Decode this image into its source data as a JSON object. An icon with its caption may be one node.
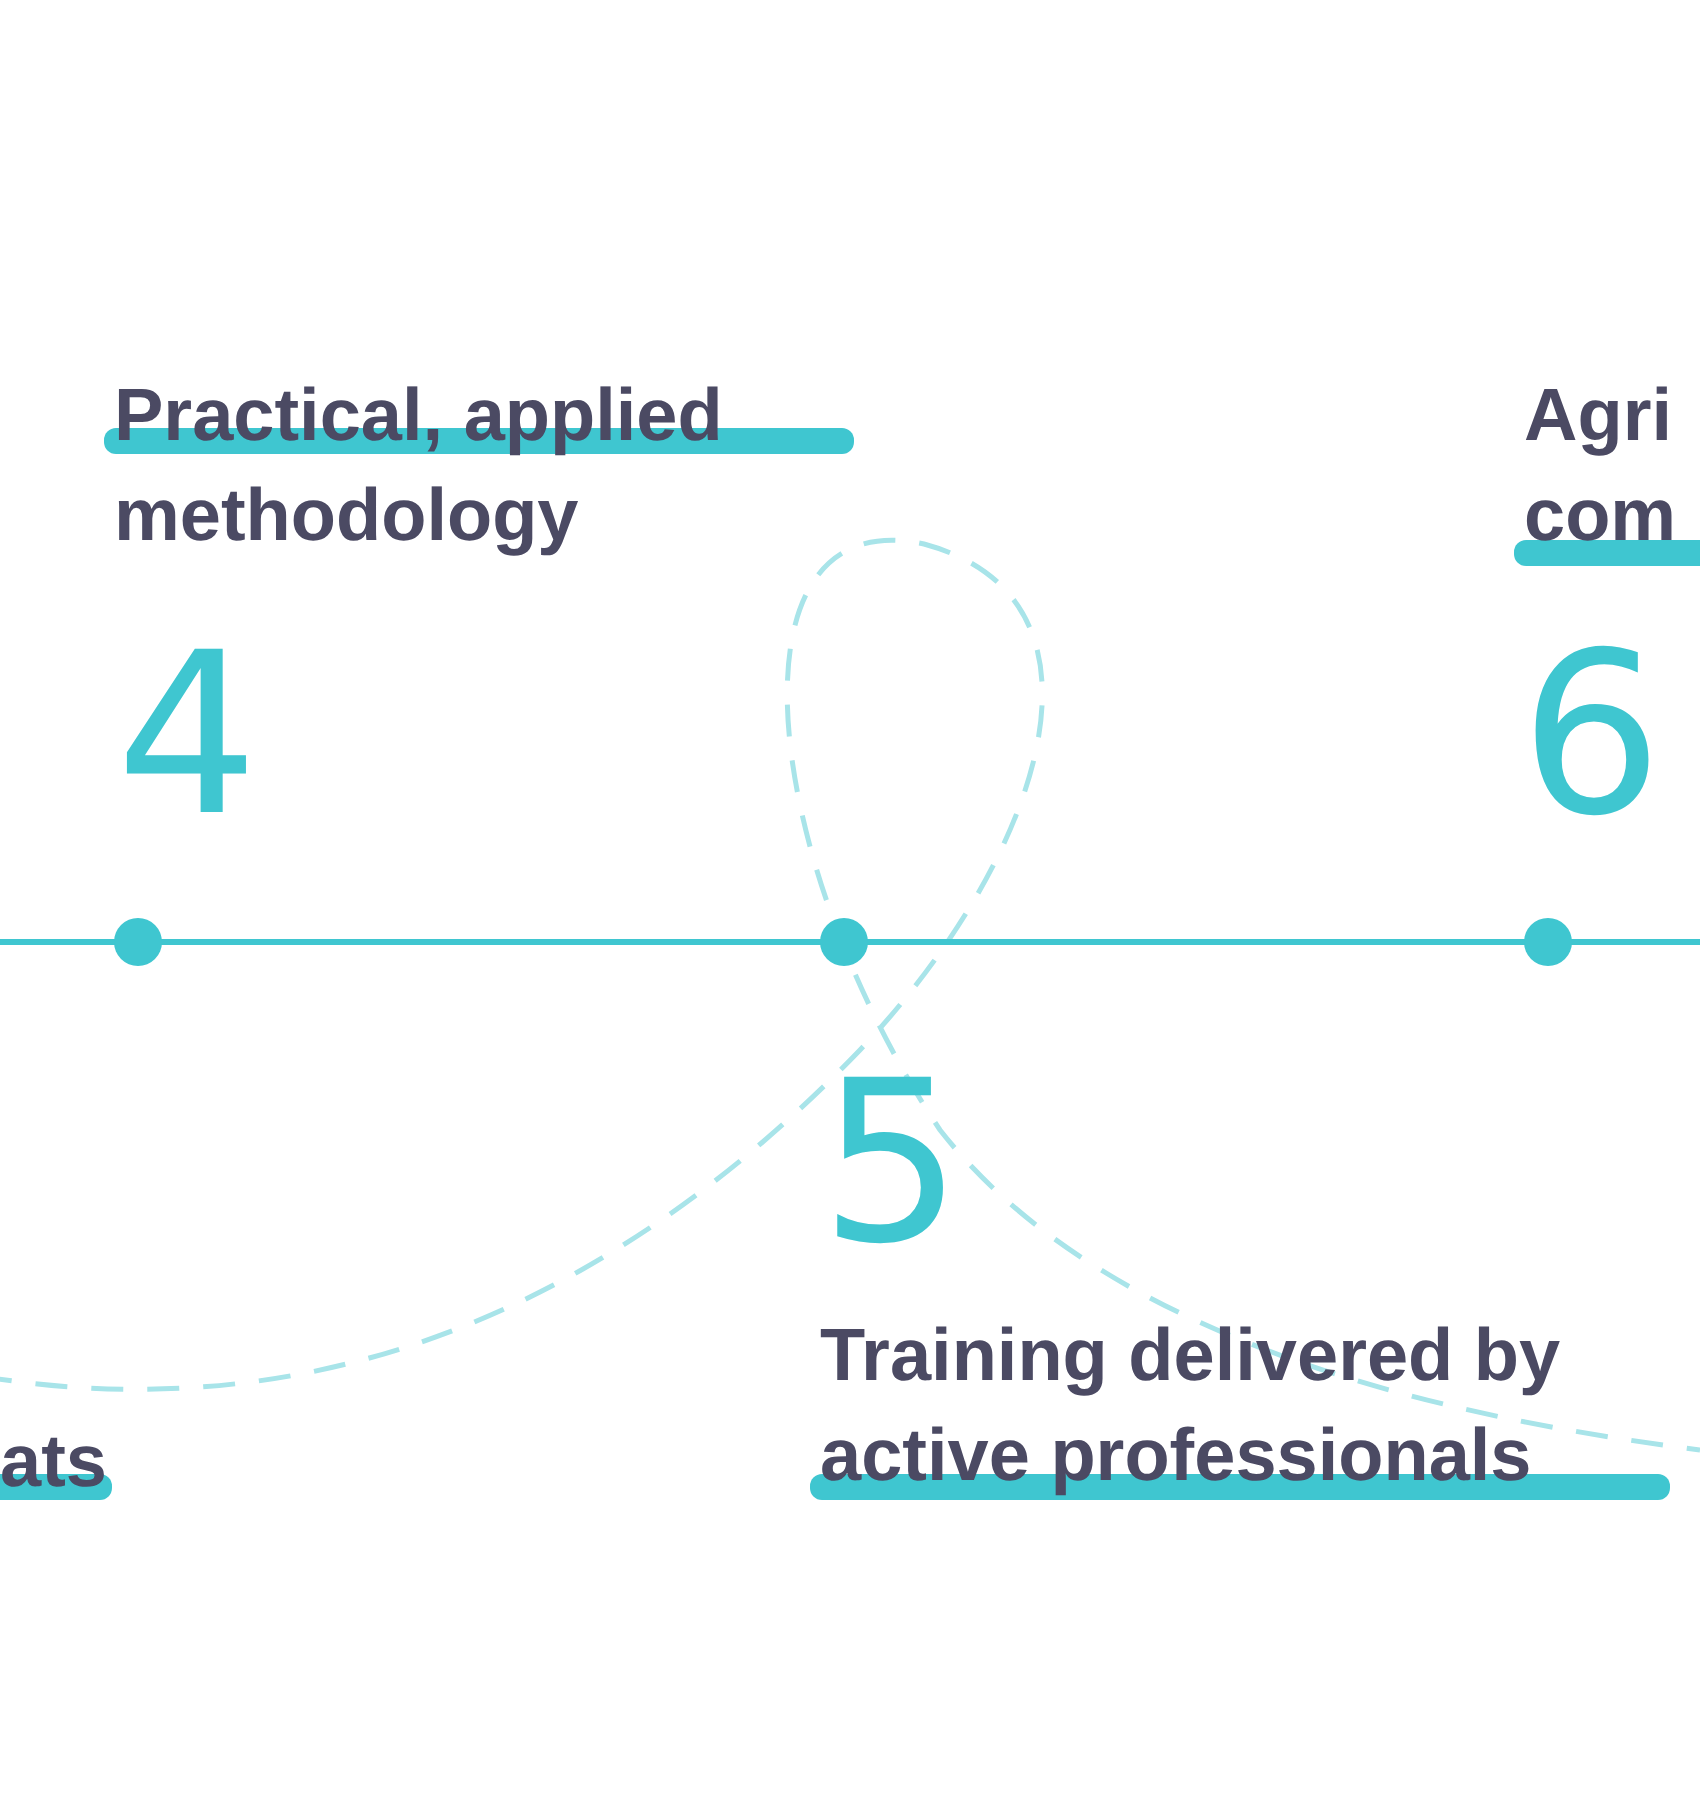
{
  "diagram": {
    "labels": [
      "Practical, applied methodology",
      "Agri com",
      "4",
      "6",
      "5",
      "Training delivered by active professionals",
      "ats"
    ]
  }
}
